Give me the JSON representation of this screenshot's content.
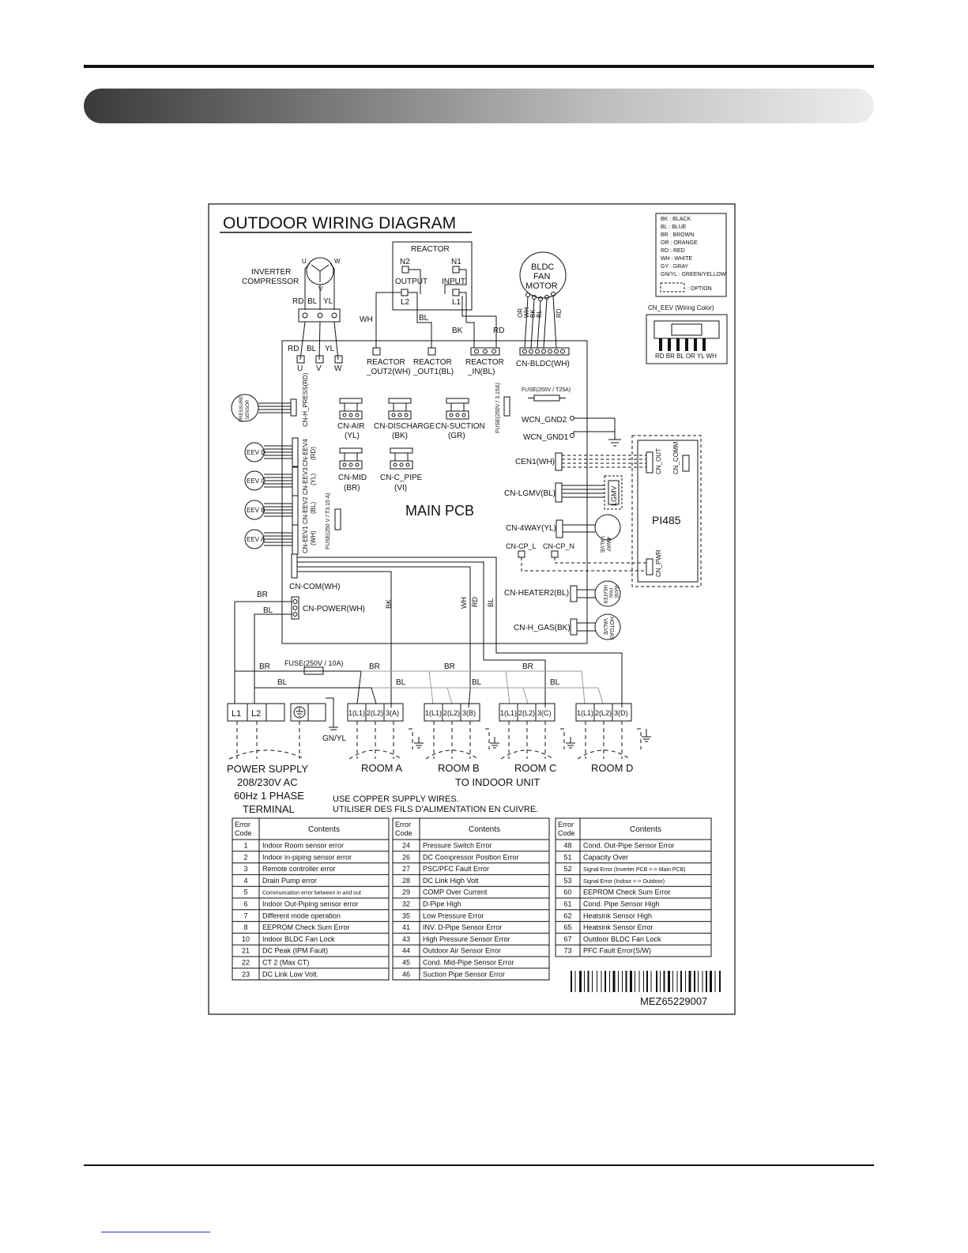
{
  "diagram": {
    "title": "OUTDOOR WIRING DIAGRAM",
    "legend": {
      "items": [
        "BK  :  BLACK",
        "BL  :  BLUE",
        "BR  :  BROWN",
        "OR  :  ORANGE",
        "RD  :  RED",
        "WH  :  WHITE",
        "GY  :  GRAY",
        "GN/YL  :  GREEN/YELLOW"
      ],
      "option": ": OPTION"
    },
    "cn_eev_title": "CN_EEV (Wiring Color)",
    "cn_eev_colors": "RD BR BL OR YL WH",
    "compressor": {
      "line1": "INVERTER",
      "line2": "COMPRESSOR",
      "u": "U",
      "v": "V",
      "w": "W"
    },
    "comp_wires": [
      "RD",
      "BL",
      "YL"
    ],
    "reactor": {
      "title": "REACTOR",
      "n2": "N2",
      "n1": "N1",
      "output": "OUTPUT",
      "input": "INPUT",
      "l2": "L2",
      "l1": "L1"
    },
    "fan_motor": {
      "line1": "BLDC",
      "line2": "FAN",
      "line3": "MOTOR",
      "wires": [
        "OR",
        "WH",
        "BK",
        "BL",
        "RD"
      ]
    },
    "wire_labels": {
      "wh": "WH",
      "bl": "BL",
      "bk": "BK",
      "rd": "RD",
      "br": "BR",
      "gnyl": "GN/YL"
    },
    "pcb": {
      "title": "MAIN PCB",
      "uvw_wires": [
        "RD",
        "BL",
        "YL"
      ],
      "uvw": [
        "U",
        "V",
        "W"
      ],
      "reactor_out2": [
        "REACTOR",
        "_OUT2(WH)"
      ],
      "reactor_out1": [
        "REACTOR",
        "_OUT1(BL)"
      ],
      "reactor_in": [
        "REACTOR",
        "_IN(BL)"
      ],
      "cn_bldc": "CN-BLDC(WH)",
      "fuse_small": "FUSE(250V / T25A)",
      "fuse_vertical": "FUSE(250V / 3.15A)",
      "fuse_left": "FUSE(250 V / T3.15 A)",
      "wcn_gnd2": "WCN_GND2",
      "wcn_gnd1": "WCN_GND1",
      "cn_h_press": "CN-H_PRESS(RD)",
      "pressure_sensor": [
        "PRESSURE",
        "SENSOR"
      ],
      "sensors": [
        {
          "name": "CN-AIR",
          "color": "(YL)"
        },
        {
          "name": "CN-DISCHARGE",
          "color": "(BK)"
        },
        {
          "name": "CN-SUCTION",
          "color": "(GR)"
        },
        {
          "name": "CN-MID",
          "color": "(BR)"
        },
        {
          "name": "CN-C_PIPE",
          "color": "(VI)"
        }
      ],
      "eev": [
        {
          "valve": "EEV D",
          "conn": "CN-EEV4",
          "color": "(RD)"
        },
        {
          "valve": "EEV C",
          "conn": "CN-EEV3",
          "color": "(YL)"
        },
        {
          "valve": "EEV B",
          "conn": "CN-EEV2",
          "color": "(BL)"
        },
        {
          "valve": "EEV A",
          "conn": "CN-EEV1",
          "color": "(WH)"
        }
      ],
      "cen1": "CEN1(WH)",
      "cn_lgmv": "CN-LGMV(BL)",
      "lgmv": "LGMV",
      "cn_4way": "CN-4WAY(YL)",
      "four_way": [
        "4WAY",
        "VALVE"
      ],
      "cn_cp_l": "CN-CP_L",
      "cn_cp_n": "CN-CP_N",
      "cn_heater2": "CN-HEATER2(BL)",
      "base_pan": [
        "BASE",
        "PAN",
        "HEATER"
      ],
      "cn_h_gas": "CN-H_GAS(BK)",
      "hotgas": [
        "HOTGAS",
        "VALVE"
      ],
      "cn_com": "CN-COM(WH)",
      "cn_power": "CN-POWER(WH)",
      "vert_wires": [
        "BK",
        "WH",
        "RD",
        "BL"
      ]
    },
    "pi485": {
      "title": "PI485",
      "cn_out": "CN_OUT",
      "cn_comm": "CN_COMM",
      "cn_pwr": "CN_PWR"
    },
    "fuse_main": "FUSE(250V / 10A)",
    "terminals": {
      "l1": "L1",
      "l2": "L2"
    },
    "room_terms": [
      "1(L1)",
      "2(L2)"
    ],
    "rooms": [
      {
        "name": "ROOM A",
        "t3": "3(A)"
      },
      {
        "name": "ROOM B",
        "t3": "3(B)"
      },
      {
        "name": "ROOM C",
        "t3": "3(C)"
      },
      {
        "name": "ROOM D",
        "t3": "3(D)"
      }
    ],
    "to_indoor": "TO INDOOR UNIT",
    "power_supply": [
      "POWER SUPPLY",
      "208/230V AC",
      "60Hz 1 PHASE",
      "TERMINAL"
    ],
    "copper_note": [
      "USE COPPER SUPPLY WIRES.",
      "UTILISER DES FILS D'ALIMENTATION EN CUIVRE."
    ],
    "error_header": {
      "code1": "Error",
      "code2": "Code",
      "contents": "Contents"
    },
    "error_tables": [
      [
        [
          "1",
          "Indoor Room sensor error"
        ],
        [
          "2",
          "Indoor in-piping sensor error"
        ],
        [
          "3",
          "Remote controller error"
        ],
        [
          "4",
          "Drain Pump error"
        ],
        [
          "5",
          "Communcation error between in and out"
        ],
        [
          "6",
          "Indoor Out-Piping sensor error"
        ],
        [
          "7",
          "Different mode operation"
        ],
        [
          "8",
          "EEPROM Check Sum Error"
        ],
        [
          "10",
          "Indoor BLDC Fan Lock"
        ],
        [
          "21",
          "DC Peak (IPM Fault)"
        ],
        [
          "22",
          "CT 2 (Max CT)"
        ],
        [
          "23",
          "DC Link Low Volt."
        ]
      ],
      [
        [
          "24",
          "Pressure Switch Error"
        ],
        [
          "26",
          "DC Compressor Position Error"
        ],
        [
          "27",
          "PSC/PFC Fault Error"
        ],
        [
          "28",
          "DC Link High Volt"
        ],
        [
          "29",
          "COMP Over Current"
        ],
        [
          "32",
          "D-Pipe High"
        ],
        [
          "35",
          "Low Pressure Error"
        ],
        [
          "41",
          "INV. D-Pipe Sensor Error"
        ],
        [
          "43",
          "High Pressure Sensor Error"
        ],
        [
          "44",
          "Outdoor Air Sensor Error"
        ],
        [
          "45",
          "Cond. Mid-Pipe Sensor Error"
        ],
        [
          "46",
          "Suction Pipe Sensor Error"
        ]
      ],
      [
        [
          "48",
          "Cond. Out-Pipe Sensor Error"
        ],
        [
          "51",
          "Capacity Over"
        ],
        [
          "52",
          "Signal Error (Inverter PCB <-> Main PCB)"
        ],
        [
          "53",
          "Signal Error (Indoor <-> Outdoor)"
        ],
        [
          "60",
          "EEPROM Check Sum Error"
        ],
        [
          "61",
          "Cond. Pipe Sensor High"
        ],
        [
          "62",
          "Heatsink Sensor High"
        ],
        [
          "65",
          "Heatsink Sensor Error"
        ],
        [
          "67",
          "Outdoor BLDC Fan Lock"
        ],
        [
          "73",
          "PFC Fault Error(S/W)"
        ]
      ]
    ],
    "part_number": "MEZ65229007"
  }
}
